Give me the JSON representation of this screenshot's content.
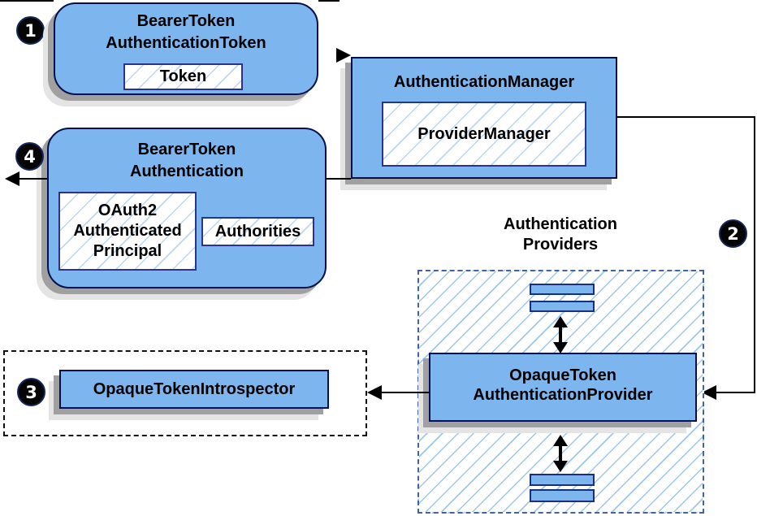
{
  "badges": {
    "b1": "1",
    "b2": "2",
    "b3": "3",
    "b4": "4"
  },
  "nodes": {
    "bearer_token_authentication_token": {
      "title": "BearerToken\nAuthenticationToken",
      "member_token": "Token"
    },
    "authentication_manager": {
      "title": "AuthenticationManager",
      "member_provider_manager": "ProviderManager"
    },
    "bearer_token_authentication": {
      "title": "BearerToken\nAuthentication",
      "member_principal": "OAuth2\nAuthenticated\nPrincipal",
      "member_authorities": "Authorities"
    },
    "authentication_providers": {
      "title": "Authentication\nProviders"
    },
    "opaque_token_authentication_provider": {
      "title": "OpaqueToken\nAuthenticationProvider"
    },
    "opaque_token_introspector": {
      "title": "OpaqueTokenIntrospector"
    }
  },
  "colors": {
    "node_fill": "#7db6ef",
    "node_border": "#00104d",
    "inner_box_border": "#27348b",
    "hatch_line": "#9ec7ef",
    "providers_dash_border": "#3f64a0",
    "introspector_dash_border": "#111111",
    "shadow_dark": "#a0a0a0",
    "shadow_light": "#e4e4e4",
    "arrow": "#000000",
    "badge_fill": "#050505",
    "badge_text": "#ffffff"
  }
}
